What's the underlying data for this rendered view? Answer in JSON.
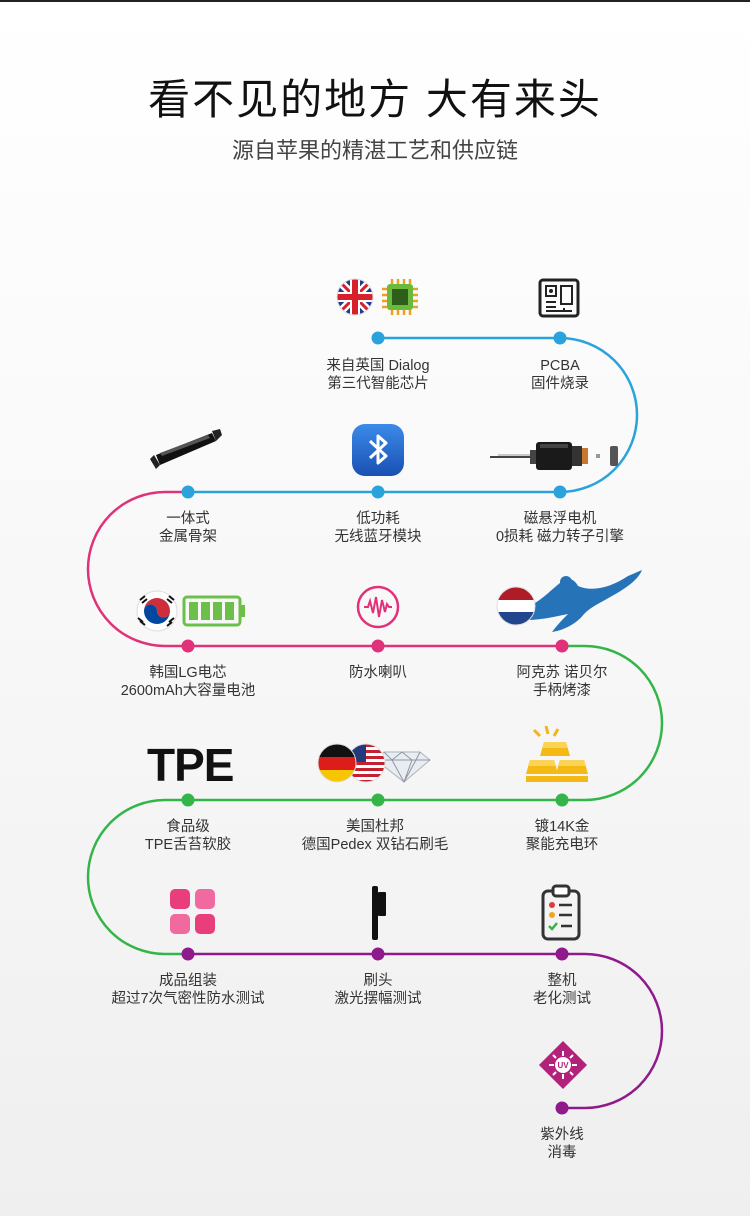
{
  "header": {
    "title": "看不见的地方 大有来头",
    "subtitle": "源自苹果的精湛工艺和供应链"
  },
  "steps": [
    {
      "line1": "来自英国 Dialog",
      "line2": "第三代智能芯片",
      "icon": "uk-flag-and-chip-icon"
    },
    {
      "line1": "PCBA",
      "line2": "固件烧录",
      "icon": "circuit-board-icon"
    },
    {
      "line1": "磁悬浮电机",
      "line2": "0损耗 磁力转子引擎",
      "icon": "motor-icon"
    },
    {
      "line1": "低功耗",
      "line2": "无线蓝牙模块",
      "icon": "bluetooth-icon"
    },
    {
      "line1": "一体式",
      "line2": "金属骨架",
      "icon": "metal-frame-icon"
    },
    {
      "line1": "韩国LG电芯",
      "line2": "2600mAh大容量电池",
      "icon": "korea-flag-battery-icon"
    },
    {
      "line1": "防水喇叭",
      "line2": "",
      "icon": "speaker-wave-icon"
    },
    {
      "line1": "阿克苏 诺贝尔",
      "line2": "手柄烤漆",
      "icon": "netherlands-flag-akzonobel-icon"
    },
    {
      "line1": "镀14K金",
      "line2": "聚能充电环",
      "icon": "gold-bars-icon"
    },
    {
      "line1": "美国杜邦",
      "line2": "德国Pedex 双钻石刷毛",
      "icon": "flags-diamond-icon"
    },
    {
      "line1": "食品级",
      "line2": "TPE舌苔软胶",
      "icon": "tpe-text-icon"
    },
    {
      "line1": "成品组装",
      "line2": "超过7次气密性防水测试",
      "icon": "pink-squares-icon"
    },
    {
      "line1": "刷头",
      "line2": "激光摆幅测试",
      "icon": "brush-head-icon"
    },
    {
      "line1": "整机",
      "line2": "老化测试",
      "icon": "checklist-icon"
    },
    {
      "line1": "紫外线",
      "line2": "消毒",
      "icon": "uv-icon"
    }
  ],
  "tpe_logo": "TPE",
  "uv_badge": "UV",
  "colors": {
    "blue": "#2aa3dc",
    "pink": "#e0327a",
    "green": "#34b54a",
    "purple": "#8e1a8c"
  }
}
